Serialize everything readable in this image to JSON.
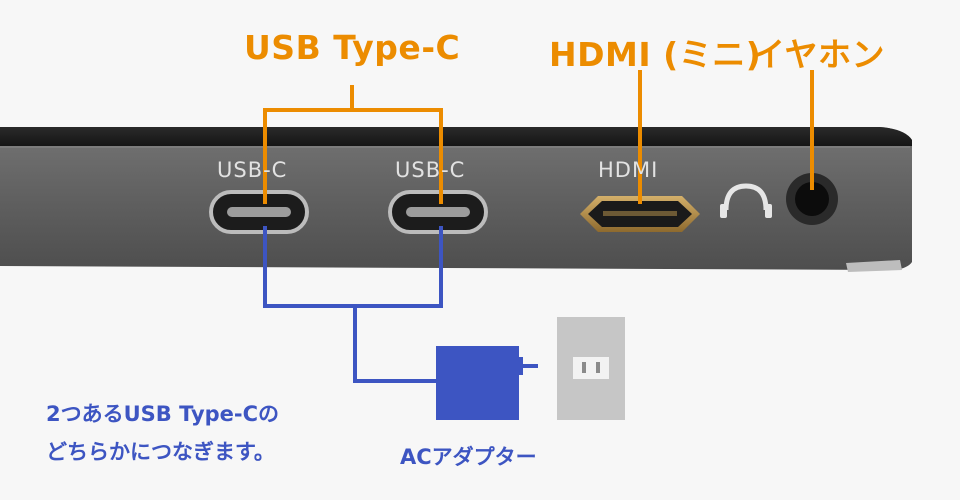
{
  "callouts": {
    "usb_type_c": "USB Type-C",
    "hdmi_mini": "HDMI (ミニ)",
    "earphone": "イヤホン",
    "ac_adapter": "ACアダプター"
  },
  "ports": {
    "usb_c_1": "USB-C",
    "usb_c_2": "USB-C",
    "hdmi": "HDMI"
  },
  "note": {
    "line1": "2つあるUSB Type-Cの",
    "line2": "どちらかにつなぎます。"
  },
  "colors": {
    "orange": "#ec8c00",
    "blue": "#3d55c2",
    "device_body": "#5e5e5e",
    "outlet": "#c6c6c6"
  }
}
